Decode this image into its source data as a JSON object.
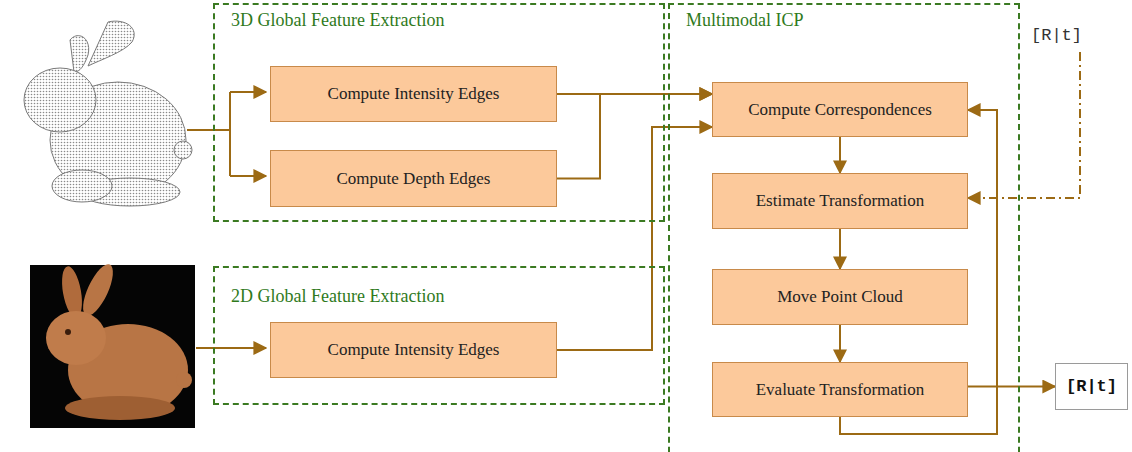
{
  "diagram": {
    "nodes": [
      {
        "text": [
          "3D Global Feature Extraction"
        ]
      },
      {
        "text": [
          "Compute Intensity Edges"
        ],
        "in": 0
      },
      {
        "text": [
          "Compute Depth Edges"
        ],
        "in": 0
      },
      {
        "text": [
          "2D Global Feature Extraction"
        ]
      },
      {
        "text": [
          "Compute Intensity Edges"
        ],
        "in": 3
      },
      {
        "text": [
          "Multimodal ICP"
        ]
      },
      {
        "text": [
          "Compute Correspondences"
        ],
        "in": 5
      },
      {
        "text": [
          "Estimate Transformation"
        ],
        "in": 5
      },
      {
        "text": [
          "Move Point Cloud"
        ],
        "in": 5
      },
      {
        "text": [
          "Evaluate Transformation"
        ],
        "in": 5
      },
      {
        "text": [
          "[R|t]"
        ]
      }
    ],
    "edges": [
      {
        "from": 1,
        "to": 6,
        "arrow": "to"
      },
      {
        "from": 2,
        "to": 6,
        "arrow": "to"
      },
      {
        "from": 4,
        "to": 6,
        "arrow": "to"
      },
      {
        "from": 6,
        "to": 7,
        "arrow": "to"
      },
      {
        "from": 7,
        "to": 8,
        "arrow": "to"
      },
      {
        "from": 8,
        "to": 9,
        "arrow": "to"
      },
      {
        "from": 9,
        "to": 10,
        "arrow": "to"
      },
      {
        "from": 9,
        "to": 6,
        "arrow": "to"
      }
    ],
    "labels": [
      "[R|t]"
    ]
  }
}
